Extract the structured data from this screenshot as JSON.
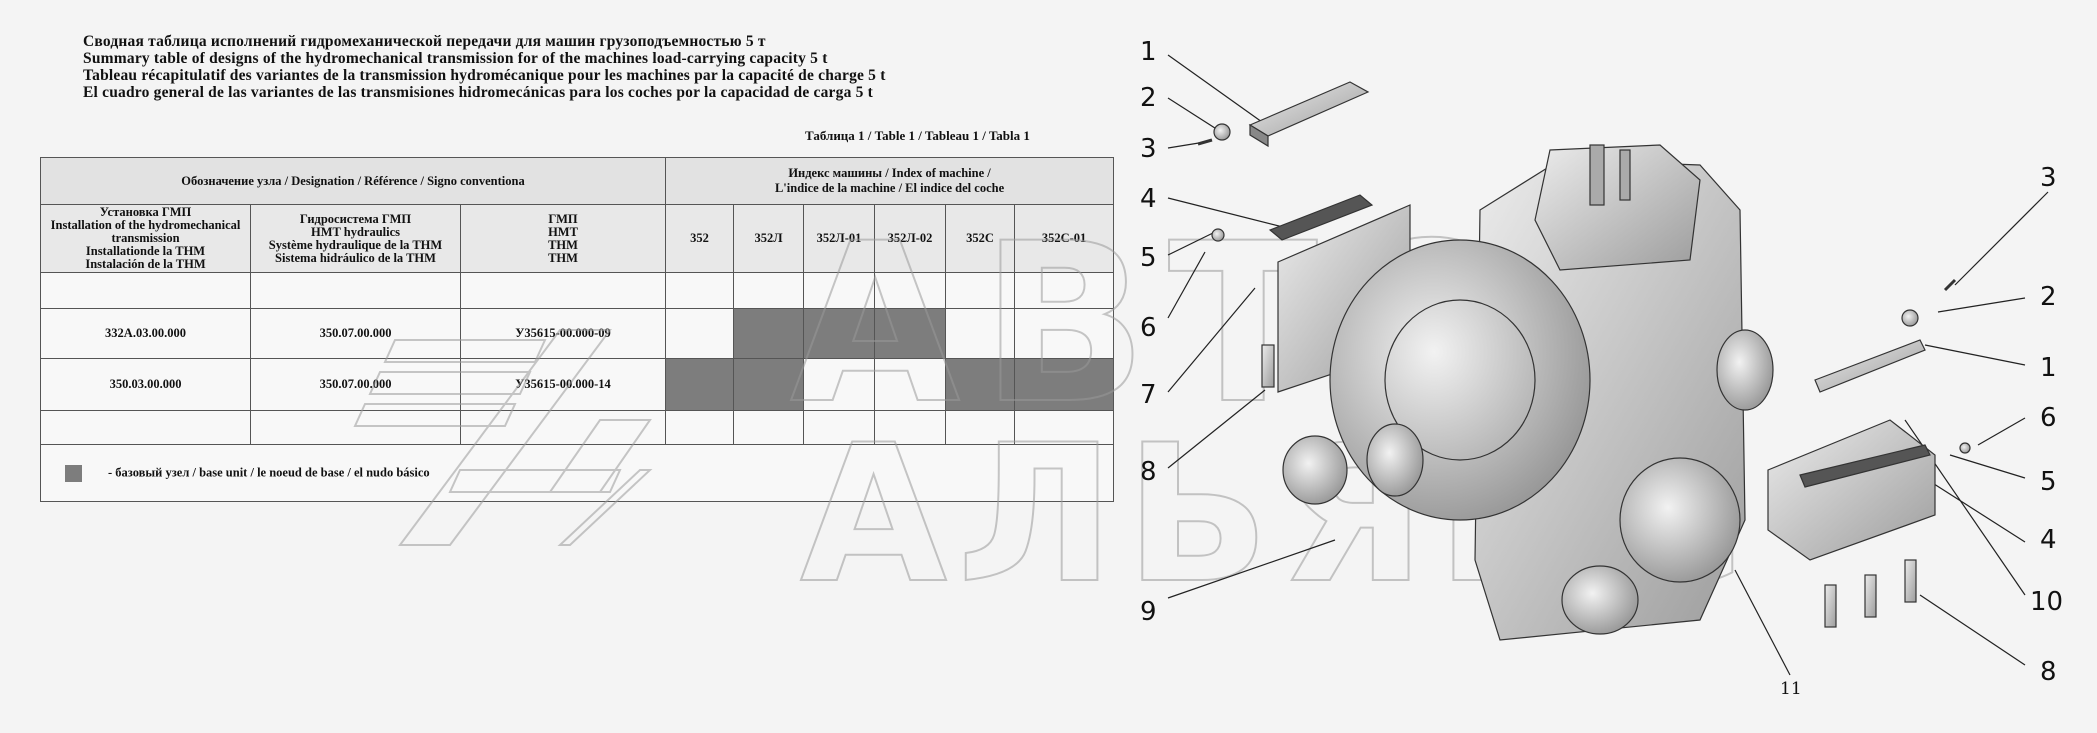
{
  "titles": {
    "ru": "Сводная таблица исполнений гидромеханической передачи для машин грузоподъемностью 5 т",
    "en": "Summary table of designs of the hydromechanical transmission for of the machines load-carrying capacity 5 t",
    "fr": "Tableau récapitulatif des variantes de la transmission hydromécanique pour les machines par la capacité de charge 5 t",
    "es": "El cuadro general de las variantes de las transmisiones hidromecánicas para los coches por la capacidad de carga 5 t"
  },
  "table_caption": "Таблица 1 / Table 1 / Tableau 1 / Tabla 1",
  "table": {
    "designation_header": "Обозначение узла  / Designation / Référence / Signo conventiona",
    "machine_index_header": {
      "line1": "Индекс машины / Index of machine /",
      "line2": "L'indice de la machine / El indice del coche"
    },
    "col_unit": [
      "Установка ГМП",
      "Installation of the hydromechanical",
      "transmission",
      "Installationde la THM",
      "Instalación de la THM"
    ],
    "col_hydro": [
      "Гидросистема ГМП",
      "HMT hydraulics",
      "Système hydraulique de la THM",
      "Sistema hidráulico de la THM"
    ],
    "col_gmp": [
      "ГМП",
      "НМТ",
      "ТНМ",
      "ТНМ"
    ],
    "machines": [
      "352",
      "352Л",
      "352Л-01",
      "352Л-02",
      "352С",
      "352С-01"
    ],
    "rows": [
      {
        "unit": "",
        "hydro": "",
        "gmp": "",
        "base": [
          false,
          false,
          false,
          false,
          false,
          false
        ]
      },
      {
        "unit": "332А.03.00.000",
        "hydro": "350.07.00.000",
        "gmp": "У35615-00.000-09",
        "base": [
          false,
          true,
          true,
          true,
          false,
          false
        ]
      },
      {
        "unit": "350.03.00.000",
        "hydro": "350.07.00.000",
        "gmp": "У35615-00.000-14",
        "base": [
          true,
          true,
          false,
          false,
          true,
          true
        ]
      },
      {
        "unit": "",
        "hydro": "",
        "gmp": "",
        "base": [
          false,
          false,
          false,
          false,
          false,
          false
        ]
      }
    ],
    "legend": "- базовый узел / base unit / le noeud de base / el nudo básico",
    "base_color": "#7d7d7d"
  },
  "drawing": {
    "callouts_left": [
      "1",
      "2",
      "3",
      "4",
      "5",
      "6",
      "7",
      "8",
      "9"
    ],
    "callouts_right": [
      "3",
      "2",
      "1",
      "6",
      "5",
      "4",
      "10",
      "8"
    ],
    "callout_bottom": "11"
  },
  "watermark": {
    "line1": "АВТО",
    "line2": "АЛЬЯНС"
  }
}
